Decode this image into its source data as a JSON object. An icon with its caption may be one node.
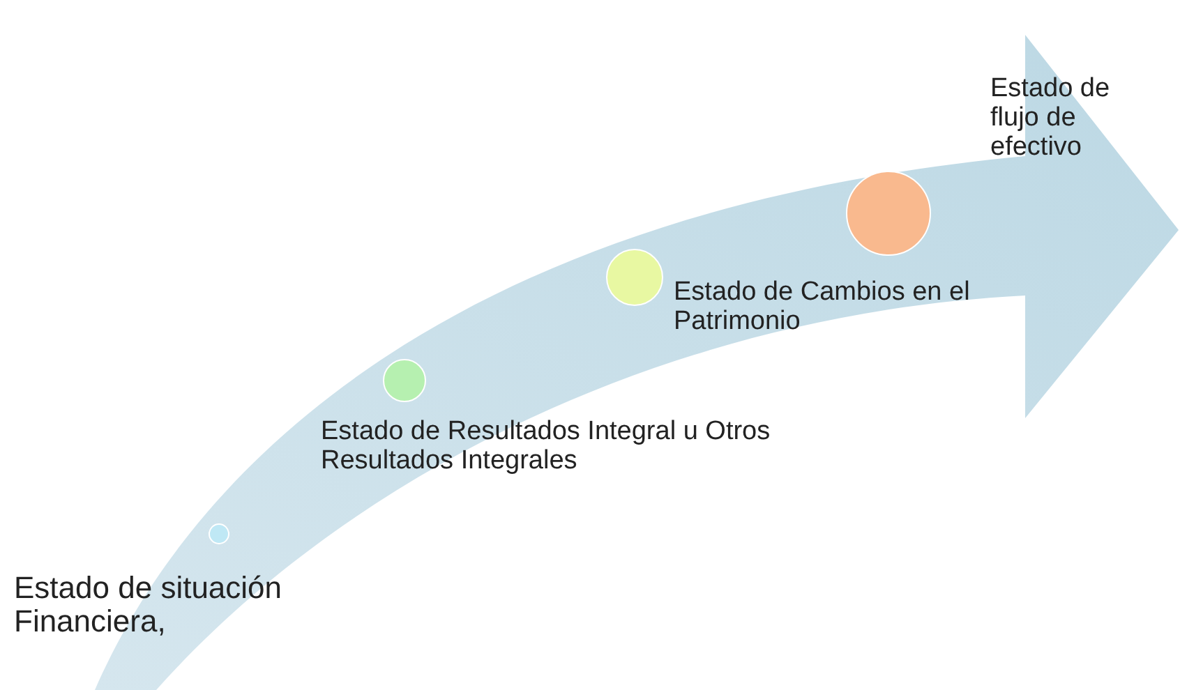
{
  "diagram": {
    "nodes": [
      {
        "text": [],
        "shape": "circle",
        "beside": [
          "Estado de situación Financiera,"
        ]
      },
      {
        "text": [],
        "shape": "circle",
        "beside": [
          "Estado de Resultados Integral u Otros Resultados Integrales"
        ]
      },
      {
        "text": [],
        "shape": "circle",
        "beside": [
          "Estado de Cambios en el Patrimonio"
        ]
      },
      {
        "text": [],
        "shape": "circle",
        "beside": [
          "Estado de flujo de efectivo"
        ]
      }
    ]
  }
}
